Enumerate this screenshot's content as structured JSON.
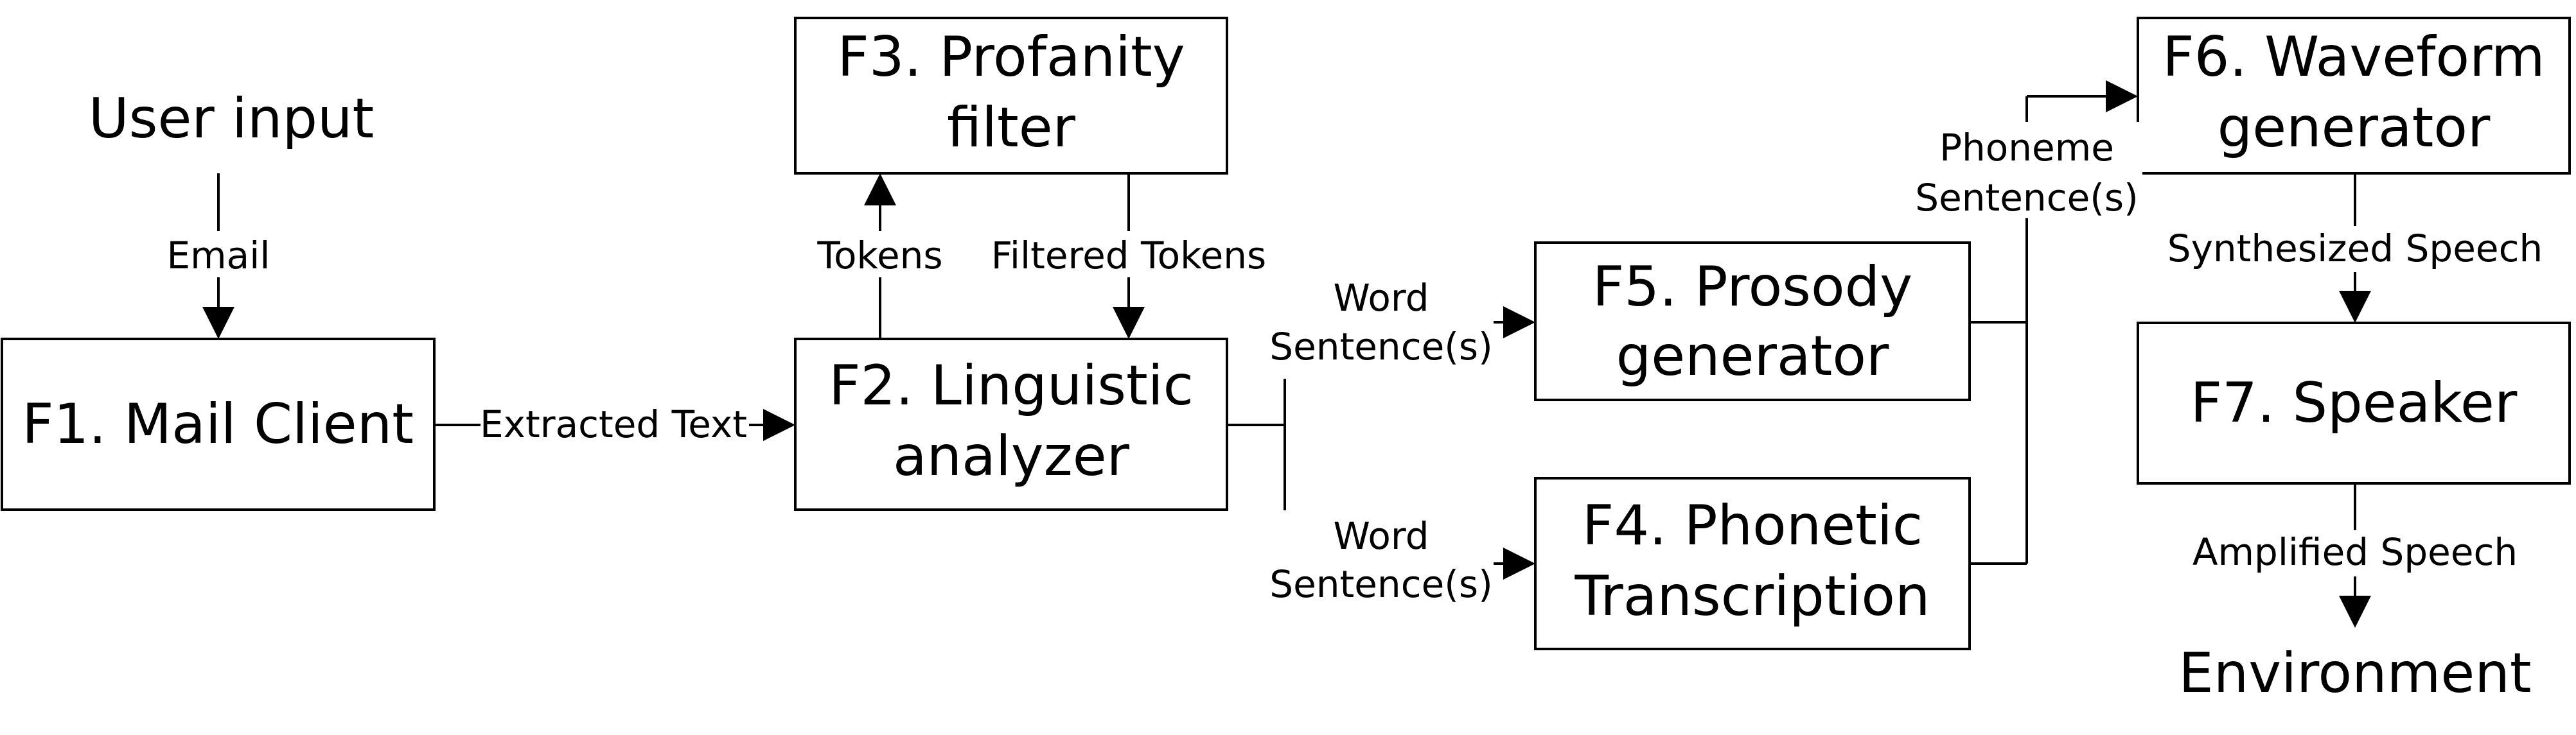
{
  "inputs": {
    "user_input": "User input",
    "environment": "Environment"
  },
  "boxes": {
    "f1": [
      "F1. Mail Client"
    ],
    "f2": [
      "F2. Linguistic",
      "analyzer"
    ],
    "f3": [
      "F3. Profanity",
      "filter"
    ],
    "f4": [
      "F4. Phonetic",
      "Transcription"
    ],
    "f5": [
      "F5. Prosody",
      "generator"
    ],
    "f6": [
      "F6. Waveform",
      "generator"
    ],
    "f7": [
      "F7. Speaker"
    ]
  },
  "labels": {
    "email": "Email",
    "extracted_text": "Extracted Text",
    "tokens": "Tokens",
    "filtered_tokens": "Filtered Tokens",
    "word_sentences_top": [
      "Word",
      "Sentence(s)"
    ],
    "word_sentences_bottom": [
      "Word",
      "Sentence(s)"
    ],
    "phoneme_sentences": [
      "Phoneme",
      "Sentence(s)"
    ],
    "synthesized_speech": "Synthesized Speech",
    "amplified_speech": "Amplified Speech"
  }
}
